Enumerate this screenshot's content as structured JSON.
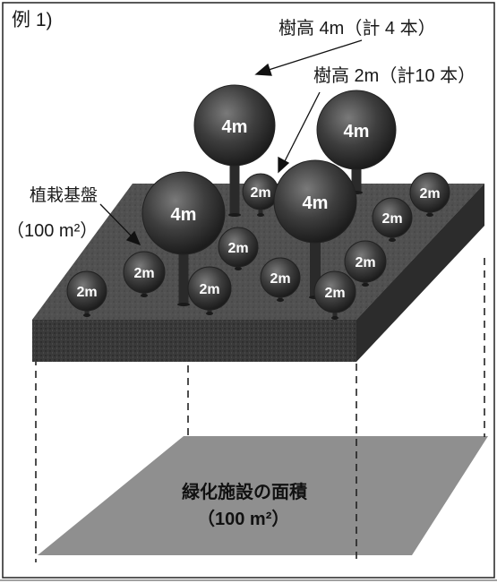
{
  "example_label": "例 1)",
  "callouts": {
    "tall_tree": "樹高 4m（計 4 本）",
    "short_tree": "樹高 2m（計10 本）",
    "planting_base_name": "植栽基盤",
    "planting_base_area": "（100 m²）"
  },
  "ground_area": {
    "name": "緑化施設の面積",
    "area": "（100 m²）"
  },
  "tall_trees": [
    {
      "label": "4m"
    },
    {
      "label": "4m"
    },
    {
      "label": "4m"
    },
    {
      "label": "4m"
    }
  ],
  "short_trees": [
    {
      "label": "2m"
    },
    {
      "label": "2m"
    },
    {
      "label": "2m"
    },
    {
      "label": "2m"
    },
    {
      "label": "2m"
    },
    {
      "label": "2m"
    },
    {
      "label": "2m"
    },
    {
      "label": "2m"
    },
    {
      "label": "2m"
    },
    {
      "label": "2m"
    }
  ]
}
